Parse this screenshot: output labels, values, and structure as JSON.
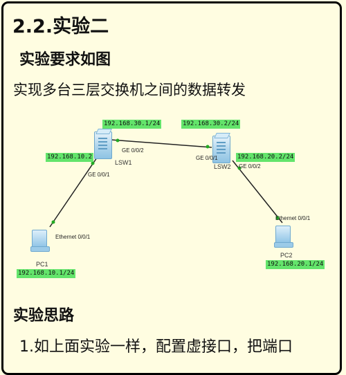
{
  "doc": {
    "title": "2.2.实验二",
    "subtitle": "实验要求如图",
    "description": "实现多台三层交换机之间的数据转发",
    "section_title": "实验思路",
    "item_1": "1.如上面实验一样，配置虚接口，把端口"
  },
  "diagram": {
    "lsw1": {
      "name": "LSW1",
      "ip_top": "192.168.30.1/24",
      "ip_left": "192.168.10.2",
      "port_right": "GE 0/0/2",
      "port_down": "GE 0/0/1"
    },
    "lsw2": {
      "name": "LSW2",
      "ip_top": "192.168.30.2/24",
      "ip_right": "192.168.20.2/24",
      "port_left": "GE 0/0/1",
      "port_down": "GE 0/0/2"
    },
    "pc1": {
      "name": "PC1",
      "ip": "192.168.10.1/24",
      "port": "Ethernet 0/0/1"
    },
    "pc2": {
      "name": "PC2",
      "ip": "192.168.20.1/24",
      "port": "Ethernet 0/0/1"
    },
    "colors": {
      "label_bg": "#63E46B",
      "link": "#222222",
      "port_dot": "#22AA22"
    }
  }
}
